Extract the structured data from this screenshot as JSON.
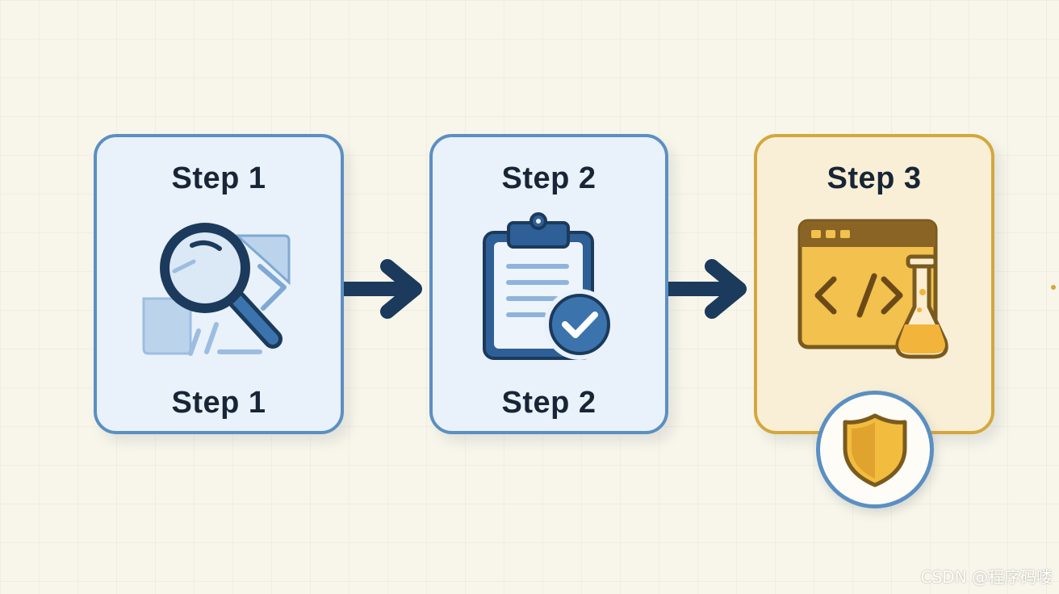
{
  "steps": [
    {
      "title": "Step 1",
      "caption": "Step 1",
      "icon": "magnifier-icon"
    },
    {
      "title": "Step 2",
      "caption": "Step 2",
      "icon": "clipboard-check-icon"
    },
    {
      "title": "Step 3",
      "caption": "",
      "icon": "code-window-flask-icon"
    }
  ],
  "badge": {
    "icon": "shield-icon"
  },
  "watermark": "CSDN @程序码喽",
  "colors": {
    "blue_border": "#5b8fc2",
    "blue_fill": "#e9f1fa",
    "gold_border": "#d4a73e",
    "gold_fill": "#f9efd6",
    "navy": "#1b3a5c",
    "text": "#172536",
    "background": "#f8f6ea"
  }
}
